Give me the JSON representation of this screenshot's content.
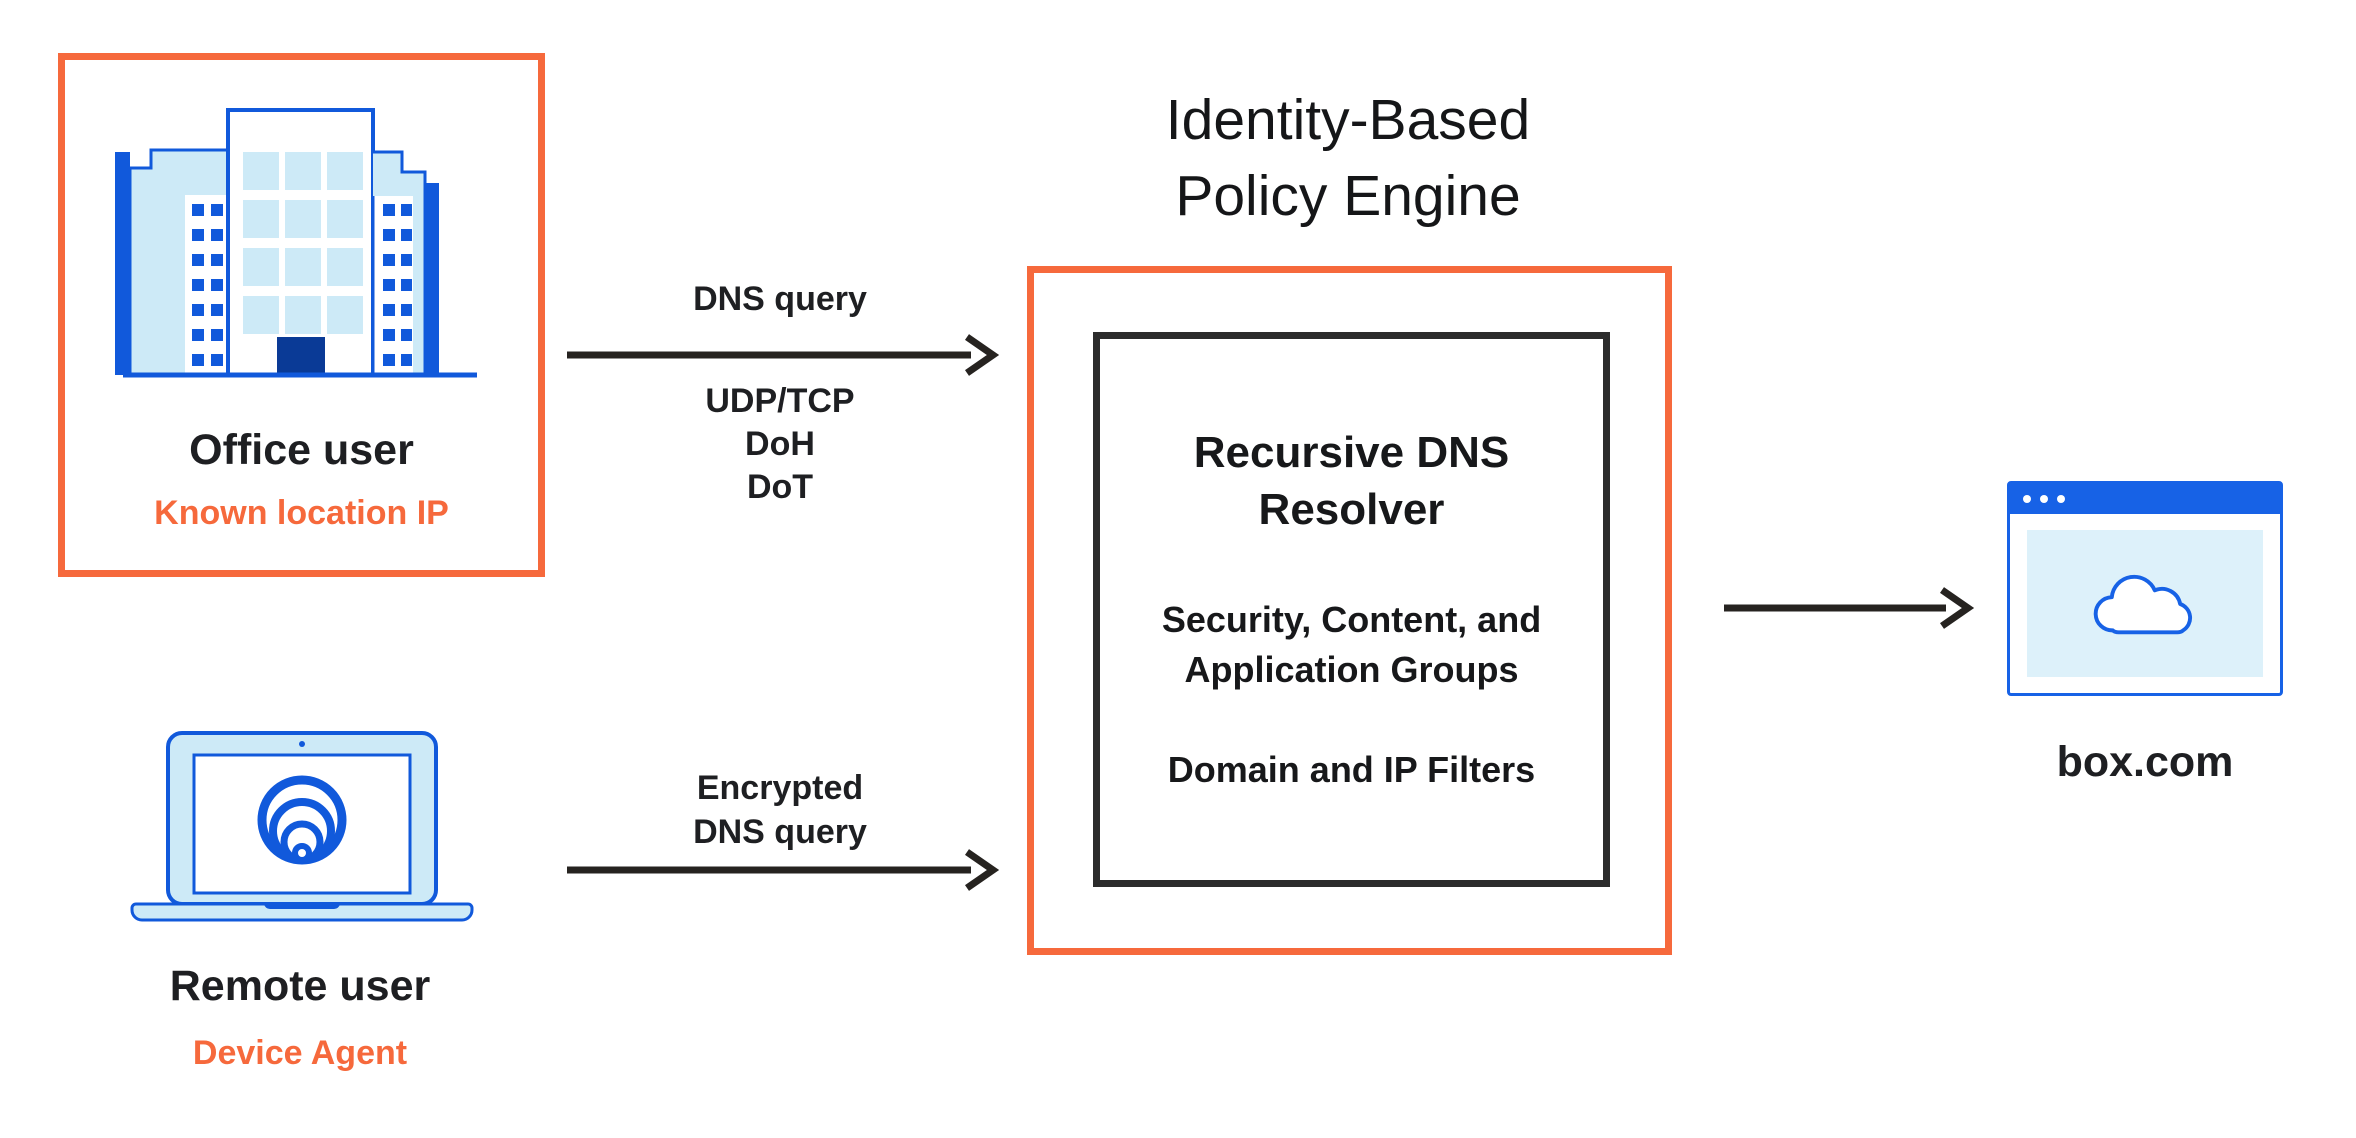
{
  "title": {
    "line1": "Identity-Based",
    "line2": "Policy Engine"
  },
  "office_user": {
    "label": "Office user",
    "sublabel": "Known location IP"
  },
  "remote_user": {
    "label": "Remote user",
    "sublabel": "Device Agent"
  },
  "dns_query_flow": {
    "label": "DNS query",
    "protocols": [
      "UDP/TCP",
      "DoH",
      "DoT"
    ]
  },
  "encrypted_flow": {
    "line1": "Encrypted",
    "line2": "DNS query"
  },
  "policy_engine": {
    "resolver_title_line1": "Recursive DNS",
    "resolver_title_line2": "Resolver",
    "groups_line1": "Security, Content, and",
    "groups_line2": "Application Groups",
    "filters": "Domain and IP Filters"
  },
  "destination": {
    "label": "box.com"
  },
  "icons": {
    "office": "office-building-icon",
    "remote": "laptop-icon",
    "remote_logo": "sonar-circles-icon",
    "destination": "browser-window-icon",
    "destination_glyph": "cloud-icon",
    "flows": "arrow-right-icon"
  },
  "colors": {
    "accent_orange": "#f6693c",
    "brand_blue": "#1159db",
    "light_blue": "#cdeaf7",
    "pale_blue": "#ddf1fa",
    "navy_blue": "#0a3a96",
    "browser_blue": "#1762e6",
    "text_dark": "#1e1f22",
    "arrow_dark": "#262320"
  }
}
